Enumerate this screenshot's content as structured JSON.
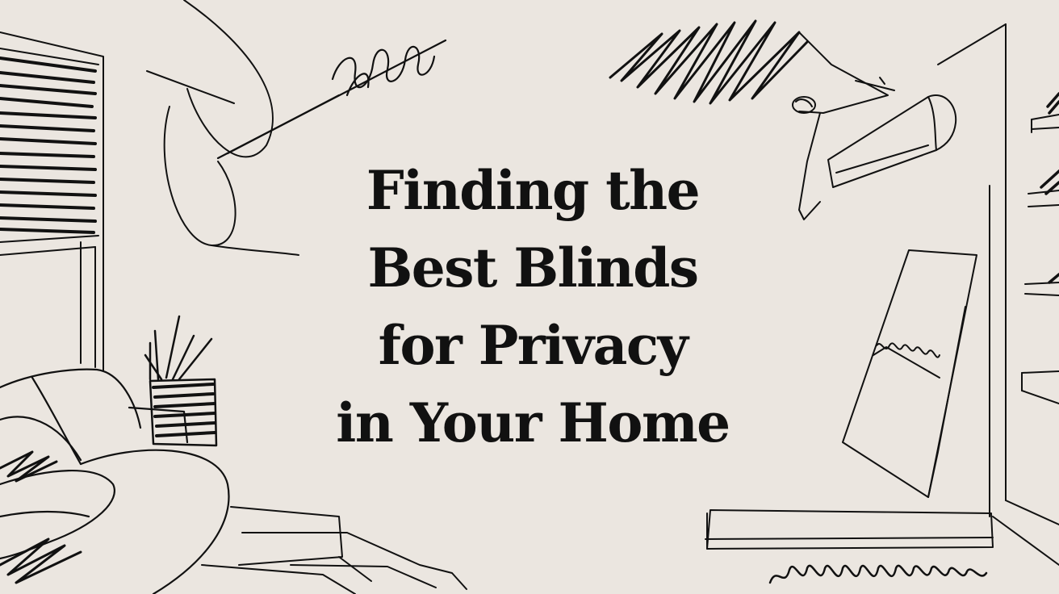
{
  "headline": {
    "lines": [
      "Finding the",
      "Best Blinds",
      "for Privacy",
      "in Your Home"
    ]
  },
  "colors": {
    "background": "#ebe6e0",
    "ink": "#111111"
  }
}
